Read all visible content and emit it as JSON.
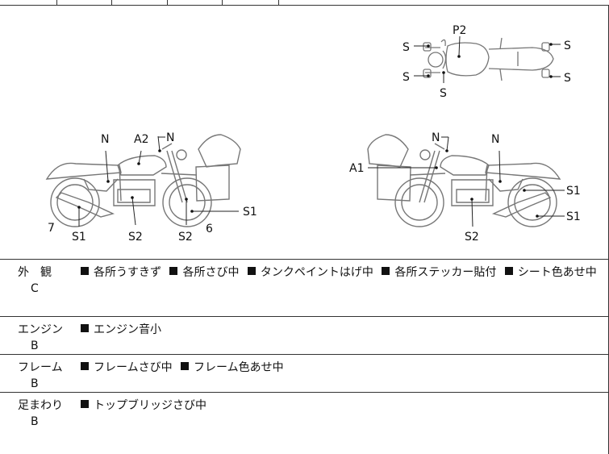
{
  "diagram": {
    "markers_top": {
      "p2": "P2",
      "s": "S"
    },
    "markers_left": {
      "n": "N",
      "a2": "A2",
      "n_mirror": "N",
      "s1": "S1",
      "s2": "S2",
      "seven": "7",
      "six": "6"
    },
    "markers_right": {
      "n_mirror": "N",
      "n": "N",
      "a1": "A1",
      "s1": "S1",
      "s2": "S2"
    }
  },
  "condition": [
    {
      "category": "外　観",
      "grade": "C",
      "notes": [
        "各所うすきず",
        "各所さび中",
        "タンクペイントはげ中",
        "各所ステッカー貼付",
        "シート色あせ中"
      ]
    },
    {
      "category": "エンジン",
      "grade": "B",
      "notes": [
        "エンジン音小"
      ]
    },
    {
      "category": "フレーム",
      "grade": "B",
      "notes": [
        "フレームさび中",
        "フレーム色あせ中"
      ]
    },
    {
      "category": "足まわり",
      "grade": "B",
      "notes": [
        "トップブリッジさび中"
      ]
    }
  ]
}
